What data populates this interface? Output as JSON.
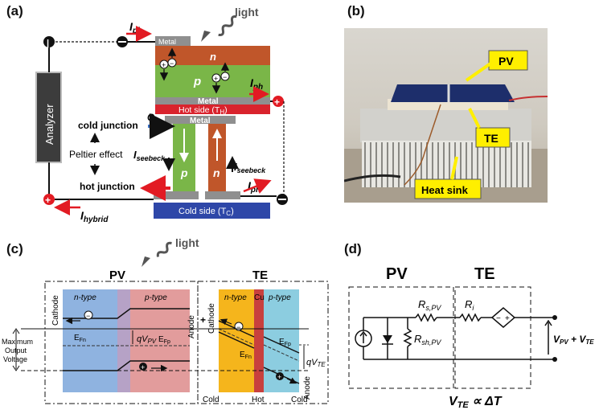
{
  "panels": {
    "a": "(a)",
    "b": "(b)",
    "c": "(c)",
    "d": "(d)"
  },
  "panel_a": {
    "light": "light",
    "analyzer": "Analyzer",
    "metal": "Metal",
    "n": "n",
    "p": "p",
    "hot_side": "Hot side (T",
    "hot_sub": "H",
    "cold_side": "Cold side (T",
    "cold_sub": "C",
    "close_paren": ")",
    "i_ph": "I",
    "ph_sub": "ph",
    "i_seebeck": "I",
    "seebeck_sub": "seebeck",
    "i_hybrid": "I",
    "hybrid_sub": "hybrid",
    "q": "Q",
    "cold_junction": "cold junction",
    "hot_junction": "hot junction",
    "peltier": "Peltier effect"
  },
  "panel_b": {
    "pv": "PV",
    "te": "TE",
    "heat_sink": "Heat sink"
  },
  "panel_c": {
    "light": "light",
    "pv": "PV",
    "te": "TE",
    "n_type": "n-type",
    "p_type": "p-type",
    "cu": "Cu",
    "cathode": "Cathode",
    "anode": "Anode",
    "efn": "E",
    "efn_sub": "Fn",
    "efp": "E",
    "efp_sub": "Fp",
    "qv": "qV",
    "pv_sub": "PV",
    "te_sub": "TE",
    "max_voltage": [
      "Maximum",
      "Output",
      "Voltage"
    ],
    "cold": "Cold",
    "hot": "Hot",
    "plus": "+",
    "minus": "−"
  },
  "panel_d": {
    "pv": "PV",
    "te": "TE",
    "r": "R",
    "rs_sub": "s,PV",
    "rsh_sub": "sh,PV",
    "ri_sub": "i",
    "out_label": "V",
    "out_pv_sub": "PV",
    "out_plus": " + V",
    "out_te_sub": "TE",
    "vte": "V",
    "vte_sub": "TE",
    "prop": " ∝ ΔT"
  },
  "colors": {
    "n_layer": "#c0562a",
    "p_layer": "#7ab648",
    "hot_side": "#d9232d",
    "cold_side": "#2e47a8",
    "metal": "#8f8f8f",
    "current": "#e21b23",
    "pv_n_region": "#8fb3e0",
    "pv_p_region": "#e29c9c",
    "te_n_region": "#f5b51c",
    "te_cu": "#c8403e",
    "te_p_region": "#8ccde0"
  }
}
